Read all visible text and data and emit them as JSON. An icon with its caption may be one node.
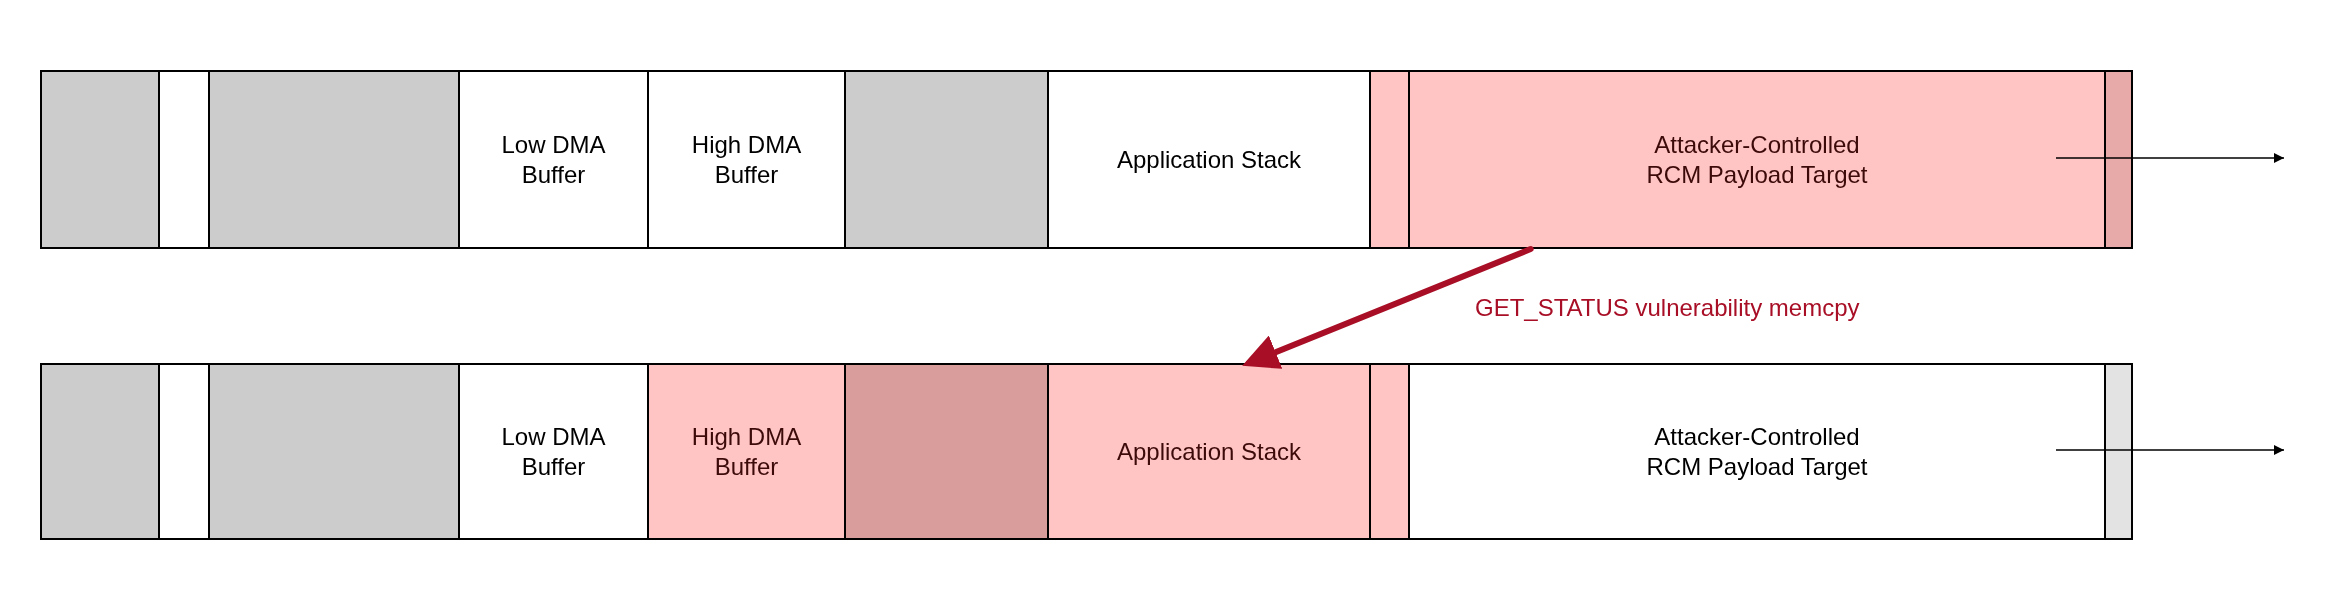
{
  "diagram": {
    "nodes": [
      {
        "text": [],
        "shape": "box"
      },
      {
        "text": [],
        "shape": "box"
      },
      {
        "text": [],
        "shape": "box"
      },
      {
        "text": [
          "Low DMA Buffer"
        ]
      },
      {
        "text": [
          "High DMA Buffer"
        ]
      },
      {
        "text": [],
        "shape": "box"
      },
      {
        "text": [
          "Application Stack"
        ]
      },
      {
        "text": [],
        "shape": "box"
      },
      {
        "text": [
          "Attacker-Controlled RCM Payload Target"
        ]
      },
      {
        "text": [],
        "shape": "box"
      },
      {
        "text": [],
        "shape": "box"
      },
      {
        "text": [],
        "shape": "box"
      },
      {
        "text": [],
        "shape": "box"
      },
      {
        "text": [
          "Low DMA Buffer"
        ]
      },
      {
        "text": [
          "High DMA Buffer"
        ]
      },
      {
        "text": [],
        "shape": "box"
      },
      {
        "text": [
          "Application Stack"
        ]
      },
      {
        "text": [],
        "shape": "box"
      },
      {
        "text": [
          "Attacker-Controlled RCM Payload Target"
        ]
      },
      {
        "text": [],
        "shape": "box"
      }
    ],
    "edges": [
      {
        "from": 8,
        "to": 16,
        "arrow": "to",
        "label": "GET_STATUS vulnerability memcpy",
        "color": "#a80f26"
      }
    ]
  }
}
